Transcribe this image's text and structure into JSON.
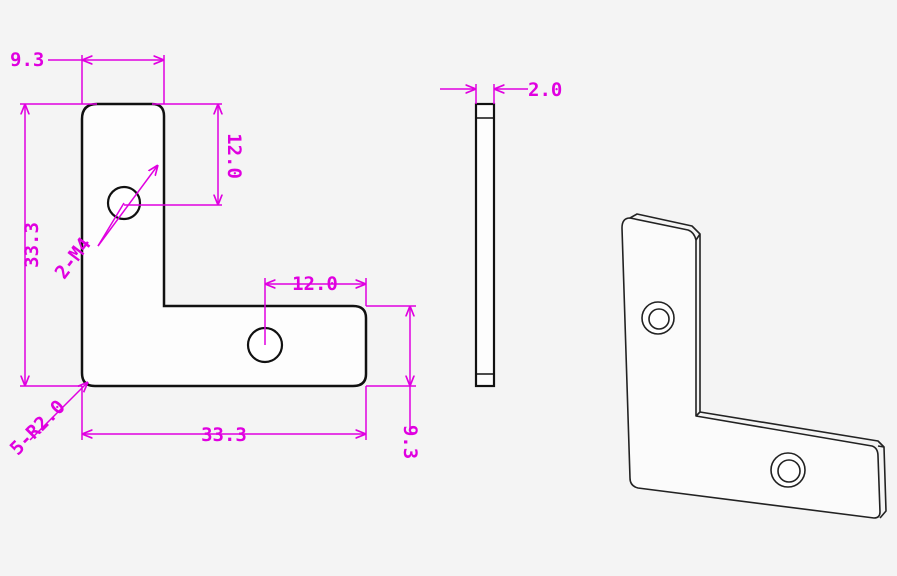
{
  "colors": {
    "background": "#f4f4f4",
    "outline": "#111111",
    "dimension": "#e000e0"
  },
  "views": {
    "front": {
      "dimensions": {
        "top_width": "9.3",
        "top_hole_offset": "12.0",
        "left_height": "33.3",
        "hole_callout": "2-M4",
        "right_hole_offset": "12.0",
        "corner_radius": "5-R2.0",
        "bottom_width": "33.3",
        "right_height": "9.3"
      }
    },
    "side": {
      "dimensions": {
        "thickness": "2.0"
      }
    }
  }
}
